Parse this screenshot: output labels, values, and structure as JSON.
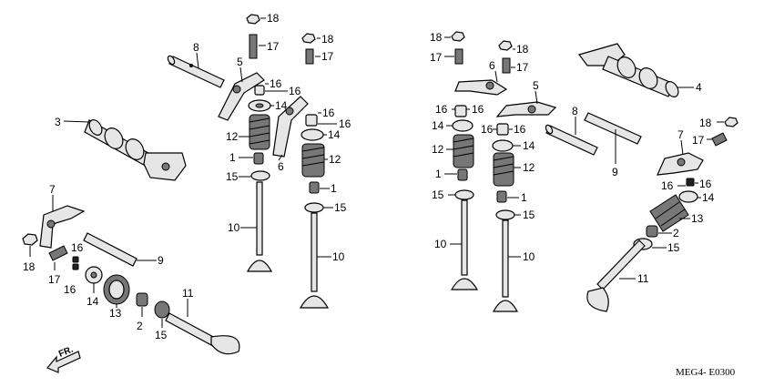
{
  "diagram_code": "MEG4- E0300",
  "front_label": "FR.",
  "callouts": [
    "1",
    "2",
    "3",
    "4",
    "5",
    "6",
    "7",
    "8",
    "9",
    "10",
    "11",
    "12",
    "13",
    "14",
    "15",
    "16",
    "17",
    "18"
  ]
}
